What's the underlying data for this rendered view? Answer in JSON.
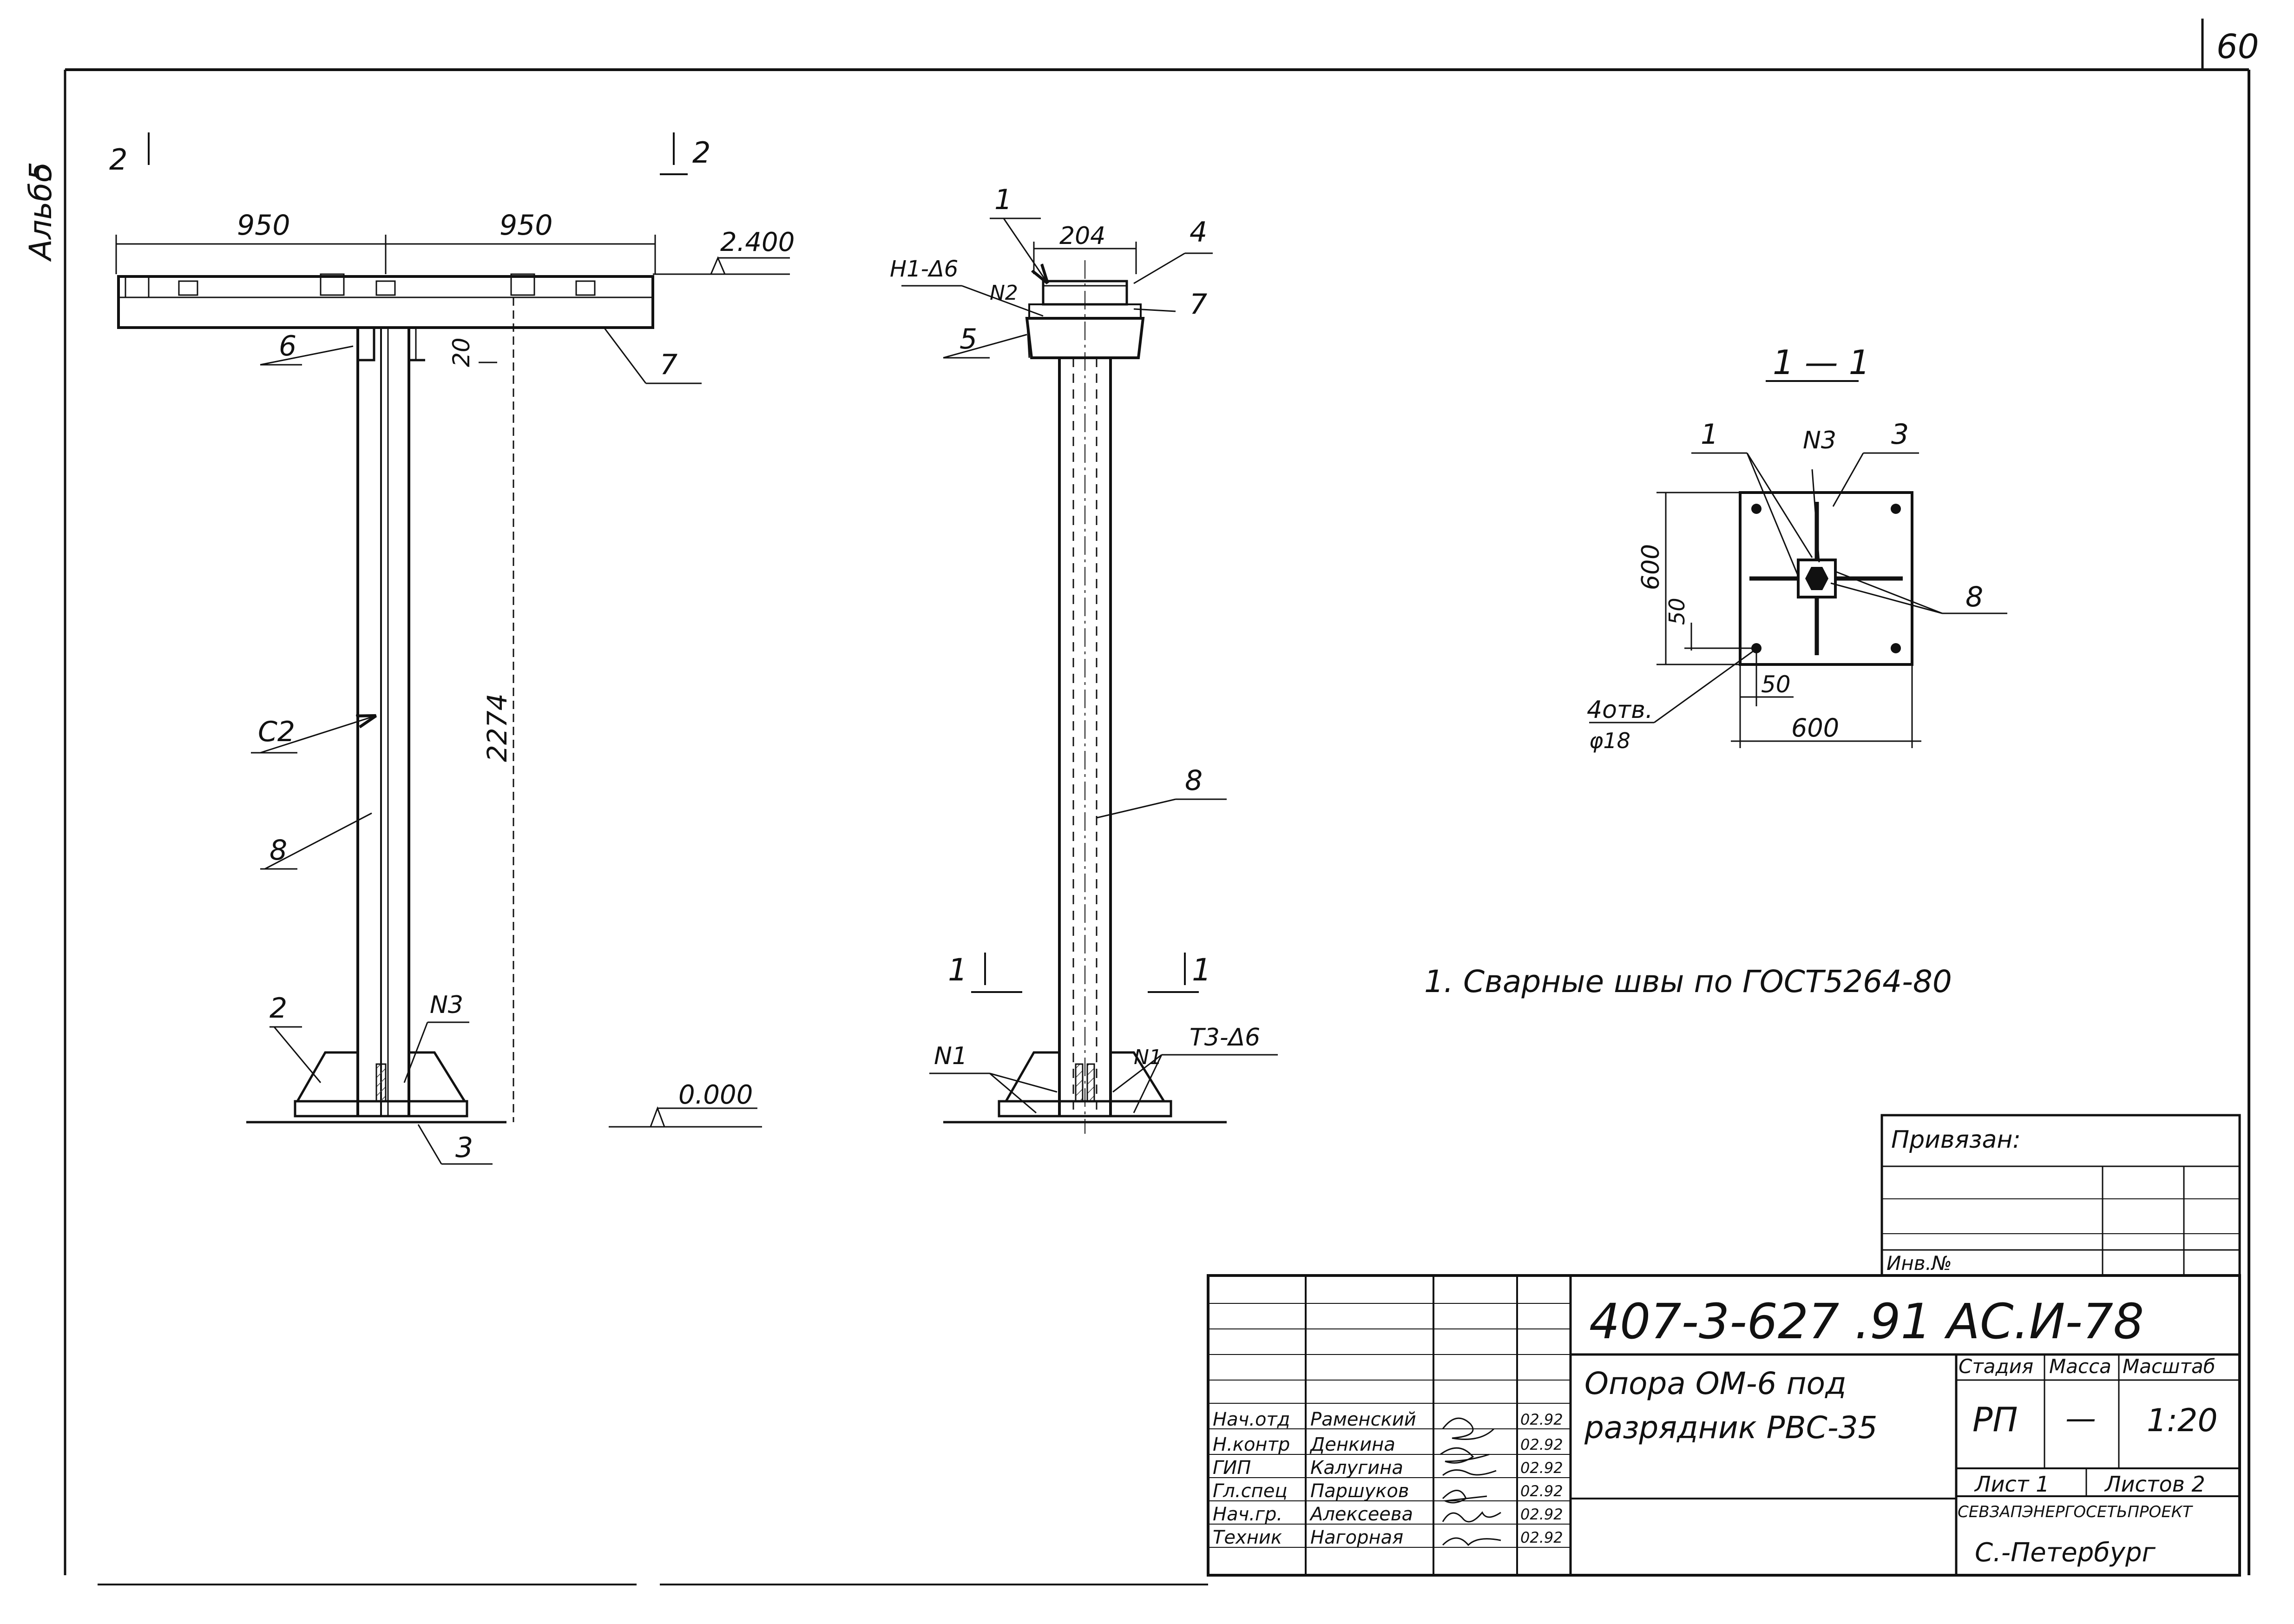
{
  "sheet": {
    "page_number": "60",
    "margin_note": "Альбо",
    "margin_note_num": "5"
  },
  "front_view": {
    "section_mark_left": "2",
    "section_mark_right": "2",
    "dim_left": "950",
    "dim_right": "950",
    "level_top": "2.400",
    "level_bottom": "0.000",
    "dim_height": "2274",
    "dim_gap": "20",
    "pos_c2": "С2",
    "pos_8": "8",
    "pos_6": "6",
    "pos_7": "7",
    "pos_2": "2",
    "pos_3": "3",
    "weld_n3": "N3"
  },
  "side_view": {
    "dim_top": "204",
    "pos_1": "1",
    "pos_4": "4",
    "pos_5": "5",
    "pos_7": "7",
    "pos_8": "8",
    "weld_top": "Н1-Δ6",
    "weld_n2": "N2",
    "weld_n1_left": "N1",
    "weld_n1_right": "N1",
    "weld_t3": "Т3-Δ6",
    "section_mark_left": "1",
    "section_mark_right": "1"
  },
  "section_1_1": {
    "title": "1 — 1",
    "pos_1": "1",
    "pos_3": "3",
    "pos_8": "8",
    "weld_n3": "N3",
    "dim_600_v": "600",
    "dim_50_v": "50",
    "dim_50_h": "50",
    "dim_600_h": "600",
    "holes_line1": "4отв.",
    "holes_line2": "φ18"
  },
  "note": "1. Сварные швы по ГОСТ5264-80",
  "attach_block": {
    "label": "Привязан:",
    "inv_label": "Инв.№"
  },
  "title_block": {
    "code": "407-3-627 .91 АС.И-78",
    "title_line1": "Опора ОМ-6 под",
    "title_line2": "разрядник РВС-35",
    "stage_header": "Стадия",
    "mass_header": "Масса",
    "scale_header": "Масштаб",
    "stage_value": "РП",
    "mass_value": "—",
    "scale_value": "1:20",
    "sheet_label": "Лист 1",
    "sheets_label": "Листов 2",
    "org": "СЕВЗАПЭНЕРГОСЕТЬПРОЕКТ",
    "city": "С.-Петербург",
    "signatures": [
      {
        "role": "Нач.отд",
        "name": "Раменский",
        "date": "02.92"
      },
      {
        "role": "Н.контр",
        "name": "Денкина",
        "date": "02.92"
      },
      {
        "role": "ГИП",
        "name": "Калугина",
        "date": "02.92"
      },
      {
        "role": "Гл.спец",
        "name": "Паршуков",
        "date": "02.92"
      },
      {
        "role": "Нач.гр.",
        "name": "Алексеева",
        "date": "02.92"
      },
      {
        "role": "Техник",
        "name": "Нагорная",
        "date": "02.92"
      }
    ]
  }
}
